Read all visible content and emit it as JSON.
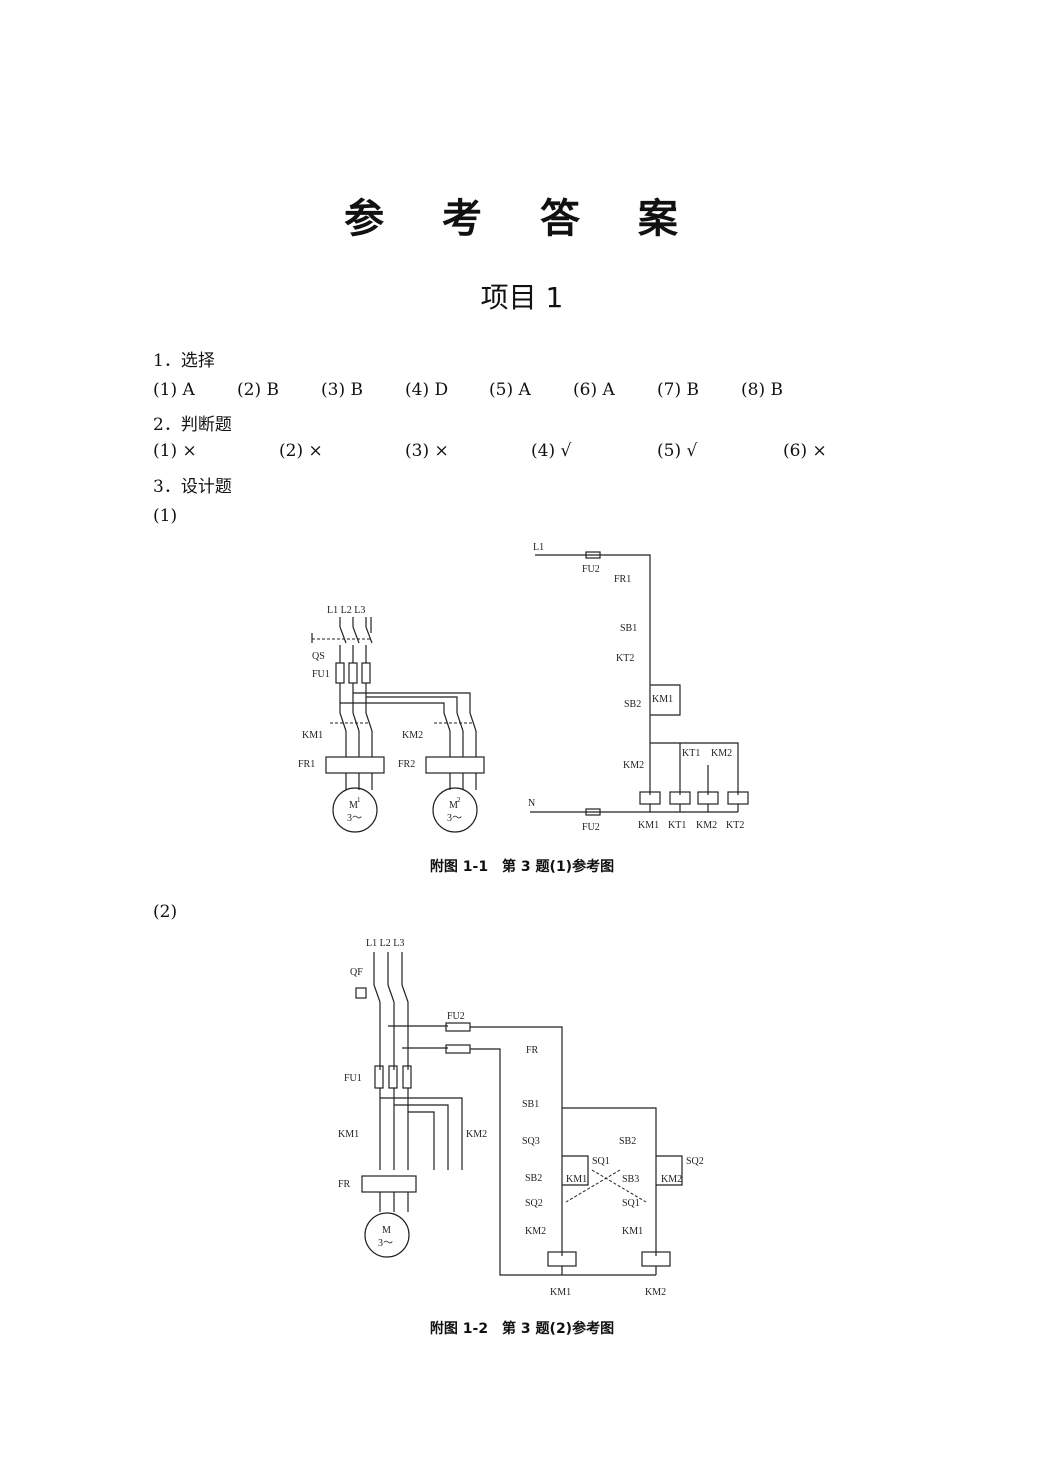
{
  "title": "参 考 答 案",
  "subtitle": "项目 1",
  "sections": {
    "s1": "1．选择",
    "s2": "2．判断题",
    "s3": "3．设计题",
    "p1": "(1)",
    "p2": "(2)"
  },
  "choice_answers": [
    "(1) A",
    "(2) B",
    "(3) B",
    "(4) D",
    "(5) A",
    "(6) A",
    "(7) B",
    "(8) B"
  ],
  "judge_answers": [
    "(1) ×",
    "(2) ×",
    "(3) ×",
    "(4) √",
    "(5) √",
    "(6) ×"
  ],
  "fig1": {
    "caption": "附图 1-1　第 3 题(1)参考图",
    "labels": {
      "l1l2l3": "L1 L2 L3",
      "qs": "QS",
      "fu1": "FU1",
      "km1": "KM1",
      "km2": "KM2",
      "fr1": "FR1",
      "fr2": "FR2",
      "m1": "M",
      "m1sup": "1",
      "m2": "M",
      "m2sup": "2",
      "ph": "3～",
      "l1": "L1",
      "fu2a": "FU2",
      "fr1b": "FR1",
      "sb1": "SB1",
      "kt2": "KT2",
      "sb2": "SB2",
      "km1c": "KM1",
      "kt1c": "KT1",
      "km2c": "KM2",
      "km2b": "KM2",
      "n": "N",
      "fu2b": "FU2",
      "coil_km1": "KM1",
      "coil_kt1": "KT1",
      "coil_km2": "KM2",
      "coil_kt2": "KT2"
    }
  },
  "fig2": {
    "caption": "附图 1-2　第 3 题(2)参考图",
    "labels": {
      "l1l2l3": "L1 L2 L3",
      "qf": "QF",
      "fu2": "FU2",
      "fu1": "FU1",
      "km1": "KM1",
      "km2": "KM2",
      "fr": "FR",
      "m": "M",
      "ph": "3～",
      "frc": "FR",
      "sb1": "SB1",
      "sq3": "SQ3",
      "sb2l": "SB2",
      "sb2r": "SB2",
      "sq1a": "SQ1",
      "sq2a": "SQ2",
      "km1a": "KM1",
      "km2a": "KM2",
      "sb3": "SB3",
      "sq2b": "SQ2",
      "sq1b": "SQ1",
      "km2b": "KM2",
      "km1b": "KM1",
      "coil1": "KM1",
      "coil2": "KM2"
    }
  }
}
